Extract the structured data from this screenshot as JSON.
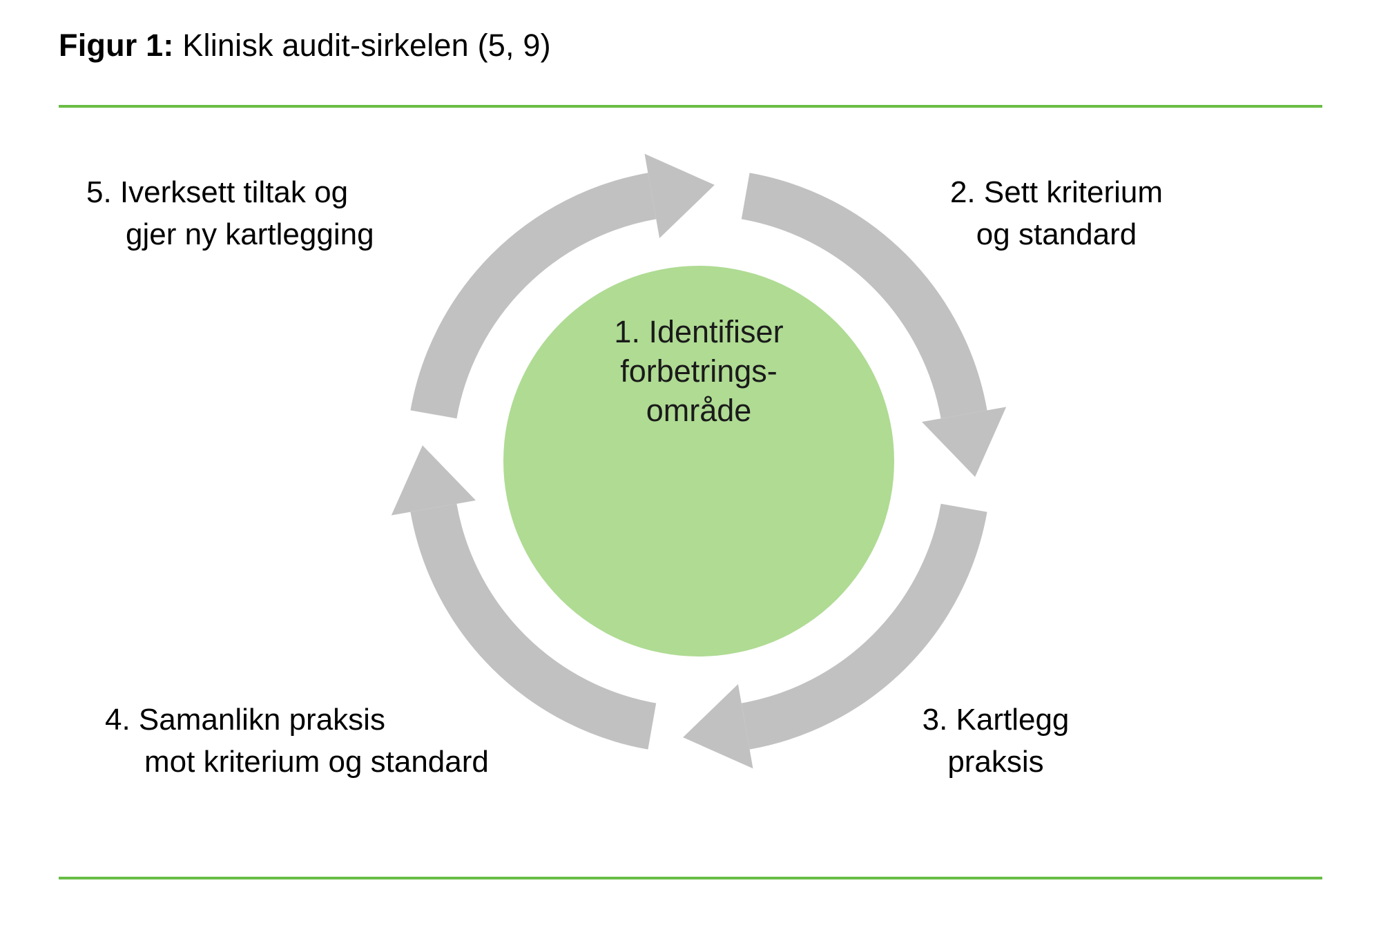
{
  "title": {
    "label": "Figur 1:",
    "text": "Klinisk audit-sirkelen (5, 9)"
  },
  "cycle": {
    "center": {
      "line1": "1. Identifiser",
      "line2": "forbetrings-",
      "line3": "område"
    },
    "steps": [
      {
        "position": "top-left",
        "line1": "5. Iverksett tiltak og",
        "line2": "gjer ny kartlegging"
      },
      {
        "position": "top-right",
        "line1": "2. Sett kriterium",
        "line2": "og standard"
      },
      {
        "position": "bottom-right",
        "line1": "3. Kartlegg",
        "line2": "praksis"
      },
      {
        "position": "bottom-left",
        "line1": "4. Samanlikn praksis",
        "line2": "mot kriterium og standard"
      }
    ],
    "colors": {
      "divider_green": "#69bd45",
      "circle_fill": "#afdb93",
      "arrow_gray": "#c1c1c1",
      "text": "#000000"
    }
  }
}
